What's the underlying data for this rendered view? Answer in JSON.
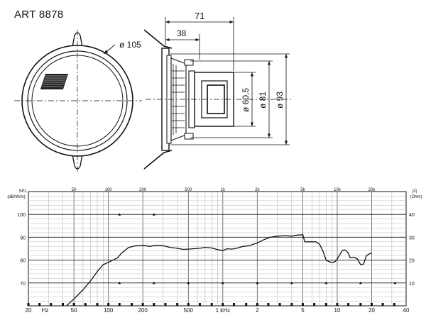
{
  "title": "ART 8878",
  "dimensions": {
    "front_diameter": "ø 105",
    "depth_total": "71",
    "depth_partial": "38",
    "d_60_5": "ø 60,5",
    "d_81": "ø 81",
    "d_93": "ø 93"
  },
  "chart_data": {
    "type": "line",
    "title": "",
    "xlabel": "Hz",
    "ylabel_left": "SPL (dB/W/m)",
    "ylabel_right": "|Z| (Ohm)",
    "x_scale": "log",
    "xlim": [
      20,
      40000
    ],
    "ylim_left": [
      60,
      110
    ],
    "ylim_right": [
      0,
      50
    ],
    "bottom_tick_labels": [
      "20",
      "Hz",
      "50",
      "100",
      "200",
      "500",
      "1 kHz",
      "2",
      "5",
      "10",
      "20",
      "40"
    ],
    "top_tick_labels": [
      "50",
      "100",
      "200",
      "500",
      "1k",
      "2k",
      "5k",
      "10k",
      "20k"
    ],
    "left_axis_labels": [
      "SPL",
      "(dB/W/m)",
      "100",
      "90",
      "80",
      "70"
    ],
    "right_axis_labels": [
      "|Z|",
      "(Ohm)",
      "40",
      "30",
      "20",
      "10"
    ],
    "grid": true,
    "series": [
      {
        "x": [
          43,
          50,
          60,
          70,
          80,
          90,
          100,
          110,
          120,
          130,
          150,
          170,
          200,
          230,
          260,
          300,
          350,
          400,
          450,
          500,
          560,
          630,
          700,
          800,
          900,
          1000,
          1100,
          1200,
          1350,
          1500,
          1700,
          2000,
          2300,
          2600,
          3000,
          3500,
          4000,
          4500,
          4800,
          5000,
          5200,
          6000,
          6500,
          7000,
          7500,
          8000,
          8500,
          9000,
          9500,
          10000,
          11000,
          11500,
          12000,
          12500,
          13000,
          14000,
          15000,
          16000,
          17000,
          18000,
          19000,
          20000
        ],
        "y": [
          60,
          63,
          67,
          71,
          75,
          78,
          79,
          80,
          81,
          83,
          85.5,
          86.2,
          86.5,
          86,
          86.5,
          86.3,
          85.5,
          85.2,
          84.7,
          84.8,
          85,
          85.2,
          85.6,
          85.3,
          84.6,
          84.2,
          85,
          84.8,
          85.3,
          86,
          86.3,
          87.5,
          89,
          90,
          90.5,
          90.7,
          90.5,
          91,
          91,
          91.2,
          88,
          88,
          88,
          87,
          84,
          80,
          79.3,
          79,
          79.2,
          80.5,
          84,
          84.5,
          84,
          83,
          81,
          81.3,
          80.5,
          78,
          78.3,
          82,
          82.7,
          83
        ]
      }
    ],
    "markers": [
      {
        "x": 125,
        "y": 70
      },
      {
        "x": 250,
        "y": 70
      },
      {
        "x": 500,
        "y": 70
      },
      {
        "x": 1000,
        "y": 70
      },
      {
        "x": 2000,
        "y": 70
      },
      {
        "x": 4000,
        "y": 70
      },
      {
        "x": 8000,
        "y": 70
      },
      {
        "x": 16000,
        "y": 70
      },
      {
        "x": 32000,
        "y": 70
      },
      {
        "x": 125,
        "y": 100
      },
      {
        "x": 250,
        "y": 100
      }
    ]
  }
}
